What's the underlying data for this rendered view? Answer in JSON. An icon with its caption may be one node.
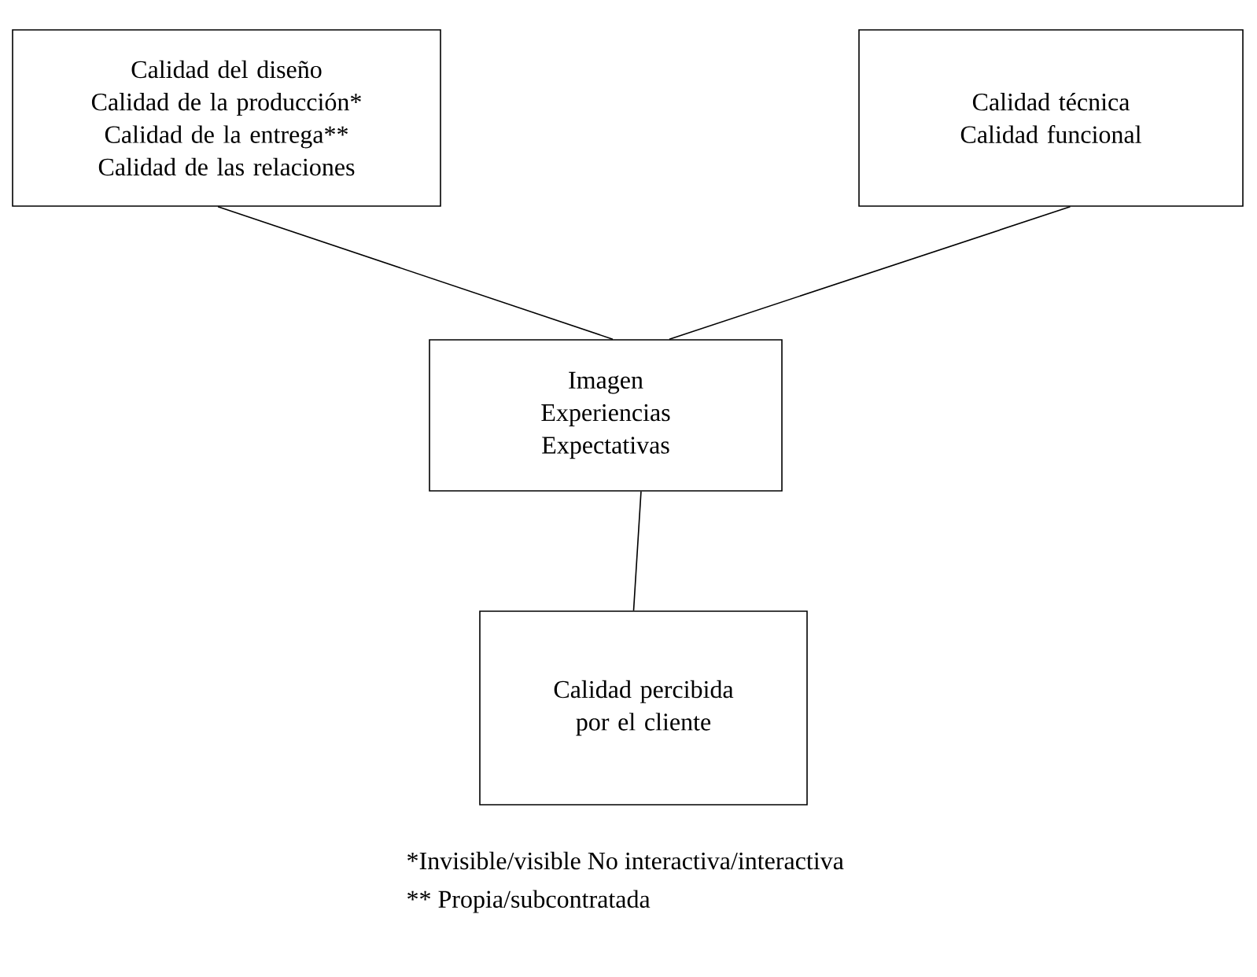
{
  "diagram": {
    "nodes": [
      {
        "text": [
          "Calidad del diseño",
          "Calidad de la producción*",
          "Calidad de la entrega**",
          "Calidad de las relaciones"
        ]
      },
      {
        "text": [
          "Calidad técnica",
          "Calidad funcional"
        ]
      },
      {
        "text": [
          "Imagen",
          "Experiencias",
          "Expectativas"
        ]
      },
      {
        "text": [
          "Calidad percibida por el cliente"
        ]
      }
    ],
    "edges": [
      {
        "from": 0,
        "to": 2,
        "arrow": "none"
      },
      {
        "from": 1,
        "to": 2,
        "arrow": "none"
      },
      {
        "from": 2,
        "to": 3,
        "arrow": "none"
      }
    ],
    "labels": [
      "*Invisible/visible   No interactiva/interactiva",
      "** Propia/subcontratada"
    ]
  }
}
